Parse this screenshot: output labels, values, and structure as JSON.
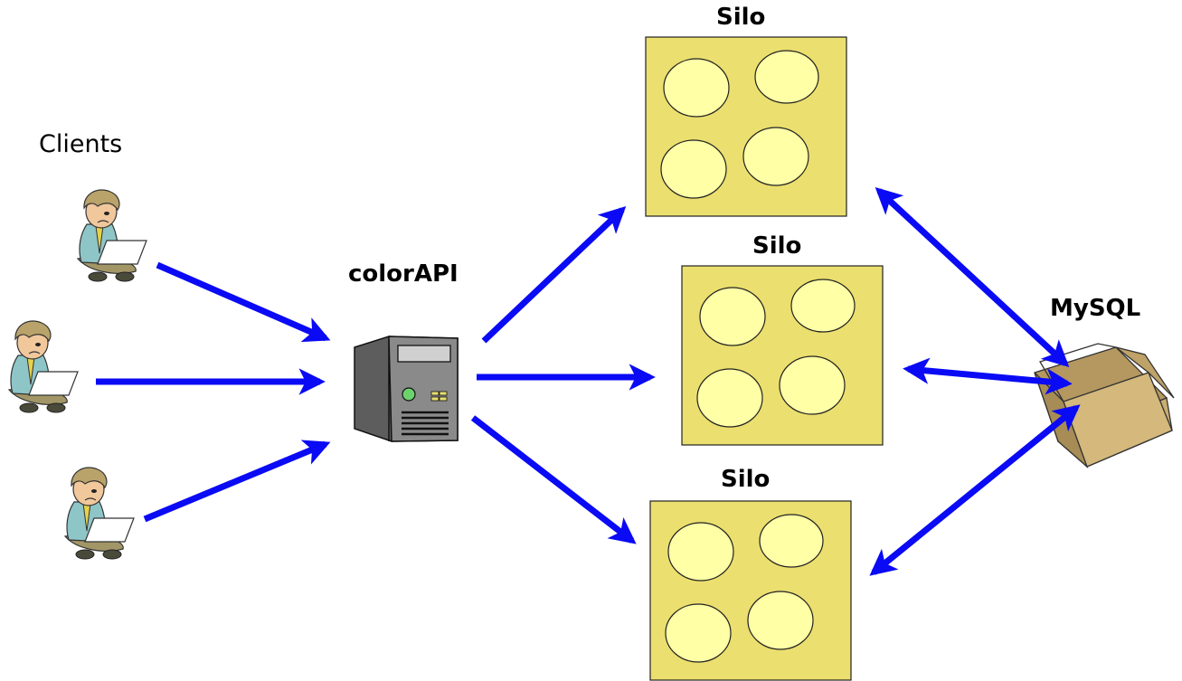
{
  "labels": {
    "clients": "Clients",
    "server": "colorAPI",
    "database": "MySQL",
    "silos": [
      "Silo",
      "Silo",
      "Silo"
    ]
  },
  "icons": {
    "client": "person-with-laptop-icon",
    "server": "server-tower-icon",
    "database": "cardboard-box-icon"
  },
  "colors": {
    "arrow": "#0a0af5",
    "silo_fill": "#ebdf6f",
    "grain_fill": "#ffffa6"
  }
}
